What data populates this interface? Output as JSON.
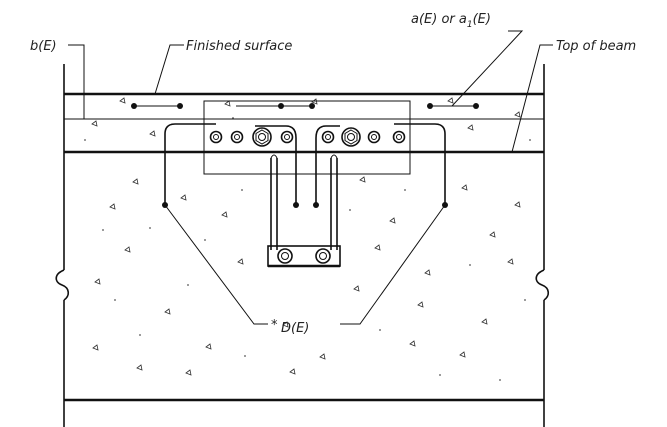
{
  "diagram": {
    "labels": {
      "b": "b(E)",
      "finished_surface": "Finished surface",
      "a_prefix": "a(E) or a",
      "a_sub": "1",
      "a_suffix": "(E)",
      "top_of_beam": "Top of beam",
      "d_mark": "*",
      "d": "D(E)"
    },
    "colors": {
      "line": "#111111",
      "text": "#222222",
      "background": "#ffffff"
    }
  }
}
